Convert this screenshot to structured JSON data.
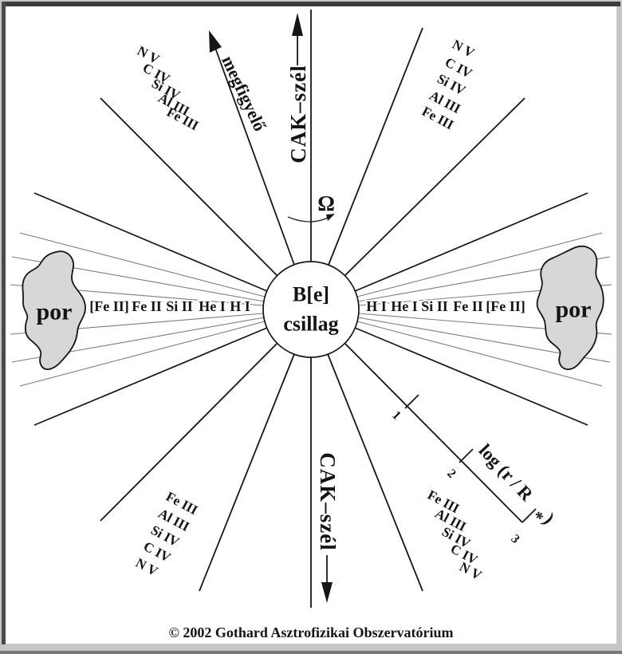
{
  "star": {
    "name_top": "B[e]",
    "name_bottom": "csillag"
  },
  "axis": {
    "label_top": "CAK–szél",
    "label_bottom": "CAK–szél"
  },
  "observer": {
    "label": "megfigyelő"
  },
  "rotation": {
    "symbol": "Ω"
  },
  "dust": {
    "left_label": "por",
    "right_label": "por"
  },
  "equator": {
    "left": [
      "[Fe II]",
      "Fe II",
      "Si II",
      "He I",
      "H I"
    ],
    "right": [
      "H I",
      "He I",
      "Si II",
      "Fe II",
      "[Fe II]"
    ]
  },
  "zones": {
    "upper_left": [
      "N V",
      "C IV",
      "Si IV",
      "Al III",
      "Fe III"
    ],
    "upper_right": [
      "N V",
      "C IV",
      "Si IV",
      "Al III",
      "Fe III"
    ],
    "lower_left": [
      "Fe III",
      "Al III",
      "Si IV",
      "C IV",
      "N V"
    ],
    "lower_right": [
      "Fe III",
      "Al III",
      "Si IV",
      "C IV",
      "N V"
    ]
  },
  "scale": {
    "label_pre": "log (r / R",
    "label_star": "*",
    "label_post": ")",
    "ticks": [
      "1",
      "2",
      "3"
    ]
  },
  "footer": {
    "copyright": "© 2002 Gothard Asztrofizikai Obszervatórium"
  },
  "colors": {
    "line": "#161616",
    "thin_line": "#7c7c7c",
    "dust_fill": "#d7d7d7",
    "background": "#ffffff",
    "frame_dark": "#3c3c3c",
    "frame_mid": "#c3c3c3"
  }
}
